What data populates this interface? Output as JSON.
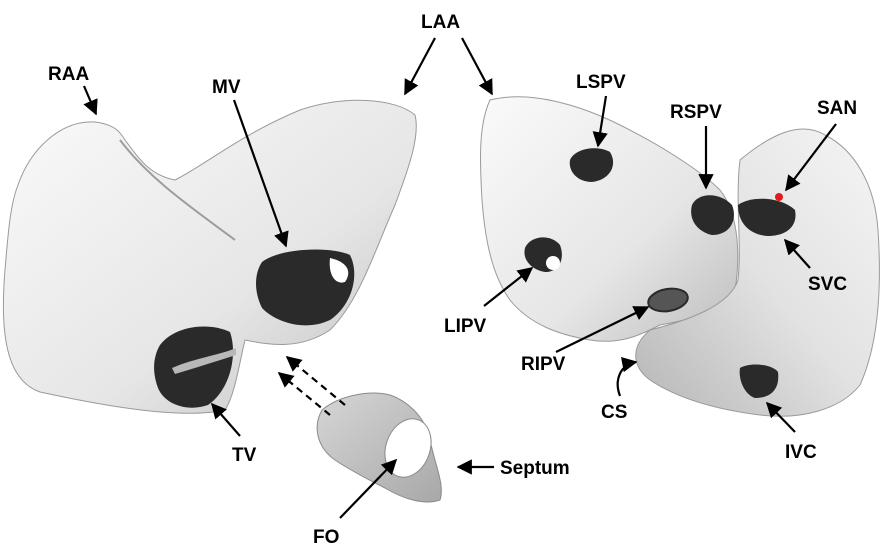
{
  "labels": {
    "laa": "LAA",
    "raa": "RAA",
    "mv": "MV",
    "lspv": "LSPV",
    "rspv": "RSPV",
    "san": "SAN",
    "svc": "SVC",
    "lipv": "LIPV",
    "ripv": "RIPV",
    "cs": "CS",
    "ivc": "IVC",
    "tv": "TV",
    "septum": "Septum",
    "fo": "FO"
  },
  "colors": {
    "surface": "#ececec",
    "orifice": "#2a2a2a",
    "san_marker": "#e31a1c"
  }
}
